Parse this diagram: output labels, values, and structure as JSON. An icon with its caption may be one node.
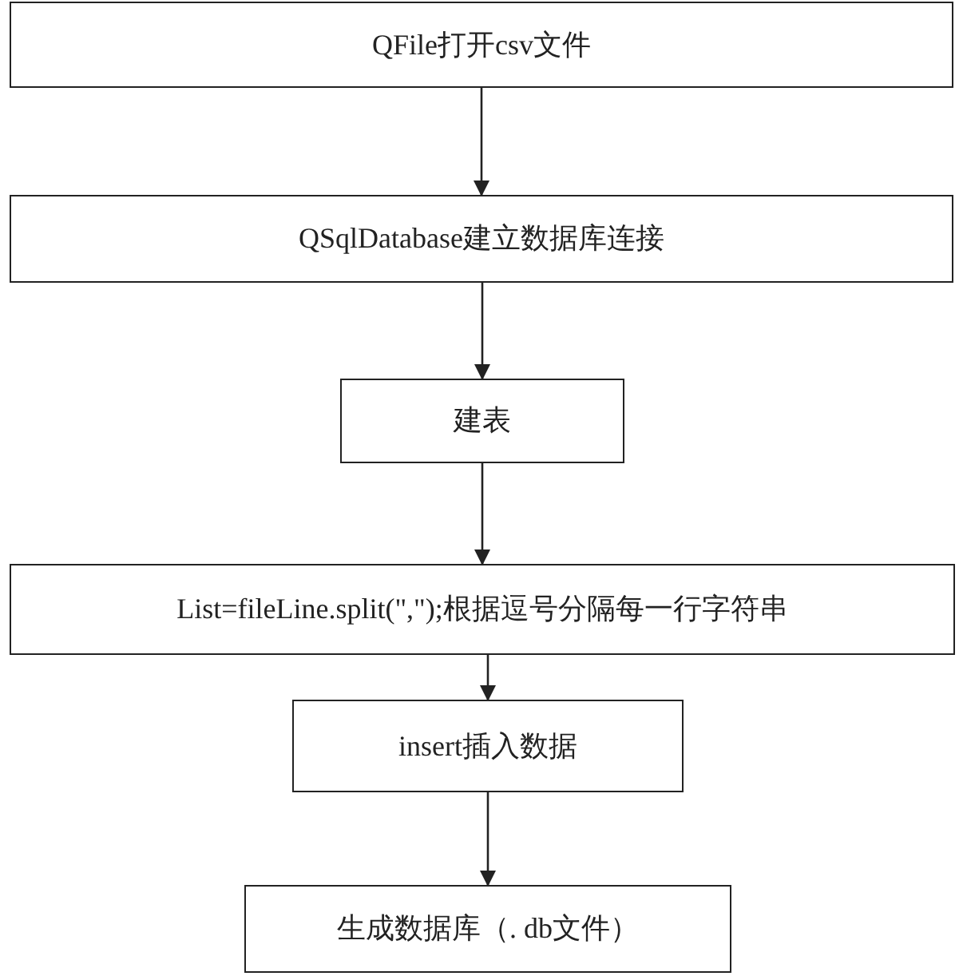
{
  "diagram": {
    "nodes": [
      {
        "text": [
          "QFile打开csv文件"
        ]
      },
      {
        "text": [
          "QSqlDatabase建立数据库连接"
        ]
      },
      {
        "text": [
          "建表"
        ]
      },
      {
        "text": [
          "List=fileLine.split(\",\");根据逗号分隔每一行字符串"
        ]
      },
      {
        "text": [
          "insert插入数据"
        ]
      },
      {
        "text": [
          "生成数据库（. db文件）"
        ]
      }
    ],
    "edges": [
      {
        "from": 0,
        "to": 1,
        "arrow": "to"
      },
      {
        "from": 1,
        "to": 2,
        "arrow": "to"
      },
      {
        "from": 2,
        "to": 3,
        "arrow": "to"
      },
      {
        "from": 3,
        "to": 4,
        "arrow": "to"
      },
      {
        "from": 4,
        "to": 5,
        "arrow": "to"
      }
    ]
  }
}
